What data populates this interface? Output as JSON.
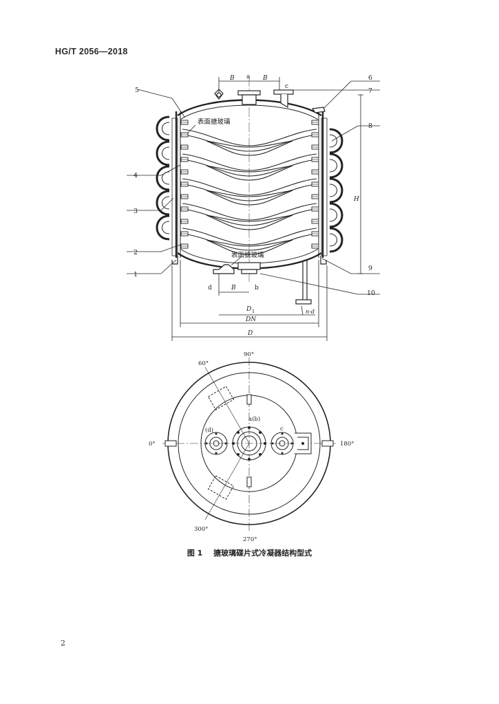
{
  "header": {
    "standard_number": "HG/T 2056—2018"
  },
  "elevation_view": {
    "parts": [
      "1",
      "2",
      "3",
      "4",
      "5",
      "6",
      "7",
      "8",
      "9",
      "10"
    ],
    "top_labels": {
      "a": "a",
      "B_left": "B",
      "B_right": "B",
      "c": "c"
    },
    "bottom_labels": {
      "d": "d",
      "B": "B",
      "b": "b"
    },
    "surface_label_top": "表面搪玻璃",
    "surface_label_bottom": "表面搪玻璃",
    "dims": {
      "H": "H",
      "D1": "D",
      "D1_sub": "1",
      "DN": "DN",
      "D": "D",
      "nd": "n-d"
    }
  },
  "plan_view": {
    "angles": {
      "a90": "90°",
      "a60": "60°",
      "a0": "0°",
      "a180": "180°",
      "a300": "300°",
      "a270": "270°"
    },
    "nozzles": {
      "ab": "a(b)",
      "d": "(d)",
      "c": "c"
    }
  },
  "caption": {
    "figure": "图 1",
    "title": "搪玻璃碟片式冷凝器结构型式"
  },
  "page_number": "2"
}
